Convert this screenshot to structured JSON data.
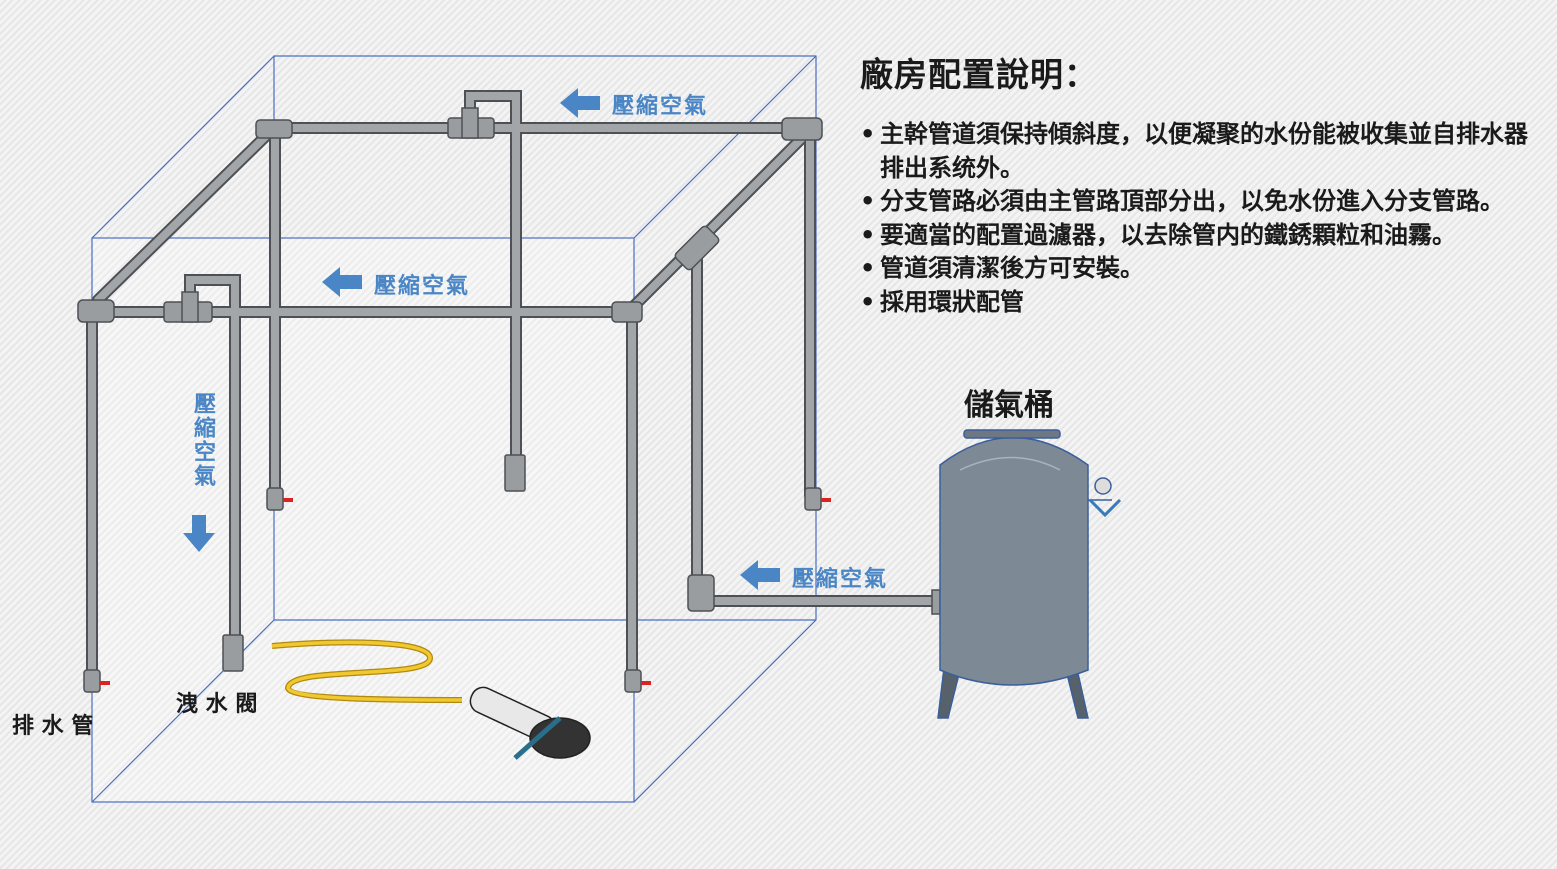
{
  "panel": {
    "title": "廠房配置說明：",
    "bullets": [
      "主幹管道須保持傾斜度，以便凝聚的水份能被收集並自排水器排出系统外。",
      "分支管路必須由主管路頂部分出，以免水份進入分支管路。",
      "要適當的配置過濾器，以去除管内的鐵銹顆粒和油霧。",
      "管道須清潔後方可安裝。",
      "採用環狀配管"
    ]
  },
  "labels": {
    "tank": "儲氣桶",
    "drain_pipe": "排 水 管",
    "drain_valve": "洩 水 閥",
    "flow_top": "壓縮空氣",
    "flow_front": "壓縮空氣",
    "flow_vertical": "壓縮空氣",
    "flow_tank": "壓縮空氣"
  },
  "colors": {
    "pipe": "#8c8f92",
    "flow_arrow": "#4a86c5",
    "box_line": "#4a6fc0",
    "hose": "#f0c020",
    "tank": "#7d8a96"
  }
}
